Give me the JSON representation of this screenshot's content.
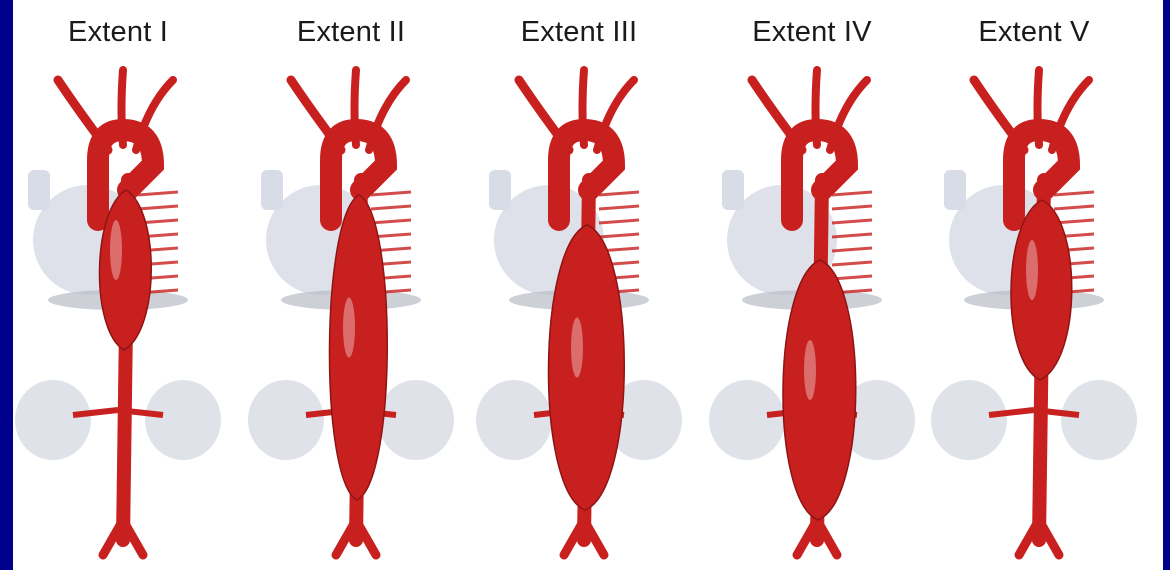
{
  "panels": [
    {
      "label": "Extent I"
    },
    {
      "label": "Extent II"
    },
    {
      "label": "Extent III"
    },
    {
      "label": "Extent IV"
    },
    {
      "label": "Extent V"
    }
  ],
  "colors": {
    "background": "#00008c",
    "canvas": "#ffffff",
    "aorta": "#c8201f",
    "aorta_dark": "#8e1414",
    "heart": "#d8dce6",
    "kidney": "#dfe2e8",
    "diaphragm": "#b8bcc4"
  }
}
